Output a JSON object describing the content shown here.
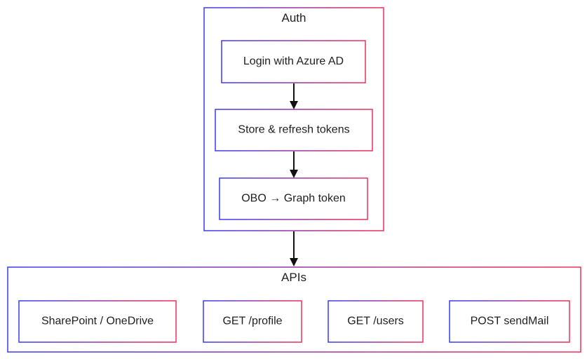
{
  "diagram": {
    "groups": {
      "auth": {
        "title": "Auth"
      },
      "apis": {
        "title": "APIs"
      }
    },
    "nodes": {
      "login": "Login with Azure AD",
      "store": "Store & refresh tokens",
      "obo": "OBO → Graph token",
      "sharepoint": "SharePoint / OneDrive",
      "profile": "GET /profile",
      "users": "GET /users",
      "sendmail": "POST sendMail"
    },
    "colors": {
      "border_start": "#3a3af0",
      "border_end": "#f0305a",
      "arrow": "#111111"
    }
  }
}
